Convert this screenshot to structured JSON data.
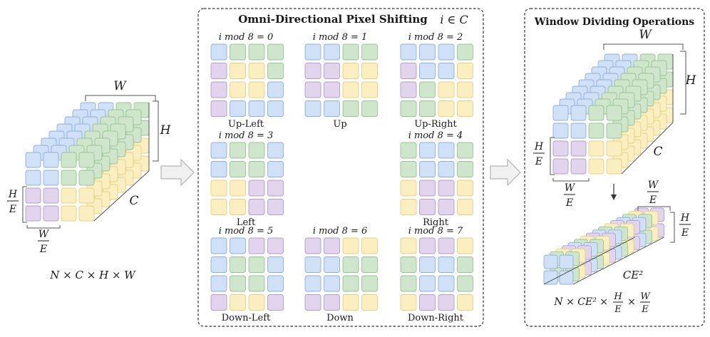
{
  "colors": {
    "blue": "#cfe0f7",
    "green": "#cfe6cc",
    "yellow": "#fbefc2",
    "purple": "#e2d4ec",
    "blue_stroke": "#8fb0de",
    "green_stroke": "#98c493",
    "yellow_stroke": "#e8cf83",
    "purple_stroke": "#b59ccb"
  },
  "icons": {
    "process_arrow": "block-right-arrow",
    "down_arrow": "thin-down-arrow"
  },
  "left": {
    "w_label": "W",
    "h_label": "H",
    "c_label": "C",
    "h_over_e": {
      "num": "H",
      "den": "E"
    },
    "w_over_e": {
      "num": "W",
      "den": "E"
    },
    "shape_caption": "N × C × H × W"
  },
  "middle": {
    "title": "Omni-Directional Pixel Shifting",
    "title_cond": "i ∈ C",
    "cases": [
      {
        "mod": "i mod 8 = 0",
        "label": "Up-Left",
        "grid": [
          [
            "B",
            "G",
            "G",
            "G"
          ],
          [
            "P",
            "Y",
            "Y",
            "G"
          ],
          [
            "P",
            "Y",
            "Y",
            "B"
          ],
          [
            "P",
            "B",
            "B",
            "B"
          ]
        ]
      },
      {
        "mod": "i mod 8 = 1",
        "label": "Up",
        "grid": [
          [
            "B",
            "B",
            "G",
            "G"
          ],
          [
            "P",
            "P",
            "Y",
            "Y"
          ],
          [
            "P",
            "P",
            "Y",
            "Y"
          ],
          [
            "B",
            "B",
            "G",
            "G"
          ]
        ]
      },
      {
        "mod": "i mod 8 = 2",
        "label": "Up-Right",
        "grid": [
          [
            "B",
            "B",
            "B",
            "G"
          ],
          [
            "P",
            "B",
            "B",
            "Y"
          ],
          [
            "P",
            "G",
            "Y",
            "Y"
          ],
          [
            "G",
            "G",
            "Y",
            "Y"
          ]
        ]
      },
      {
        "mod": "i mod 8 = 3",
        "label": "Left",
        "grid": [
          [
            "B",
            "G",
            "G",
            "B"
          ],
          [
            "B",
            "G",
            "G",
            "B"
          ],
          [
            "Y",
            "Y",
            "P",
            "P"
          ],
          [
            "Y",
            "Y",
            "P",
            "P"
          ]
        ]
      },
      {
        "mod": "i mod 8 = 4",
        "label": "Right",
        "grid": [
          [
            "G",
            "B",
            "B",
            "G"
          ],
          [
            "G",
            "B",
            "B",
            "G"
          ],
          [
            "Y",
            "P",
            "P",
            "Y"
          ],
          [
            "Y",
            "P",
            "P",
            "Y"
          ]
        ]
      },
      {
        "mod": "i mod 8 = 5",
        "label": "Down-Left",
        "grid": [
          [
            "B",
            "B",
            "P",
            "P"
          ],
          [
            "B",
            "G",
            "G",
            "B"
          ],
          [
            "B",
            "G",
            "G",
            "B"
          ],
          [
            "P",
            "Y",
            "Y",
            "P"
          ]
        ]
      },
      {
        "mod": "i mod 8 = 6",
        "label": "Down",
        "grid": [
          [
            "P",
            "P",
            "Y",
            "Y"
          ],
          [
            "B",
            "B",
            "G",
            "G"
          ],
          [
            "B",
            "B",
            "G",
            "G"
          ],
          [
            "P",
            "P",
            "Y",
            "Y"
          ]
        ]
      },
      {
        "mod": "i mod 8 = 7",
        "label": "Down-Right",
        "grid": [
          [
            "Y",
            "P",
            "P",
            "Y"
          ],
          [
            "G",
            "B",
            "B",
            "G"
          ],
          [
            "G",
            "B",
            "B",
            "G"
          ],
          [
            "Y",
            "P",
            "P",
            "Y"
          ]
        ]
      }
    ]
  },
  "right": {
    "title": "Window Dividing Operations",
    "w_label": "W",
    "h_label": "H",
    "c_label": "C",
    "h_over_e": {
      "num": "H",
      "den": "E"
    },
    "w_over_e": {
      "num": "W",
      "den": "E"
    },
    "small_w_over_e": {
      "num": "W",
      "den": "E"
    },
    "small_h_over_e": {
      "num": "H",
      "den": "E"
    },
    "ce2_label": "CE²",
    "shape_caption": {
      "prefix": "N × CE² ×",
      "f1_num": "H",
      "f1_den": "E",
      "times": "×",
      "f2_num": "W",
      "f2_den": "E"
    }
  }
}
